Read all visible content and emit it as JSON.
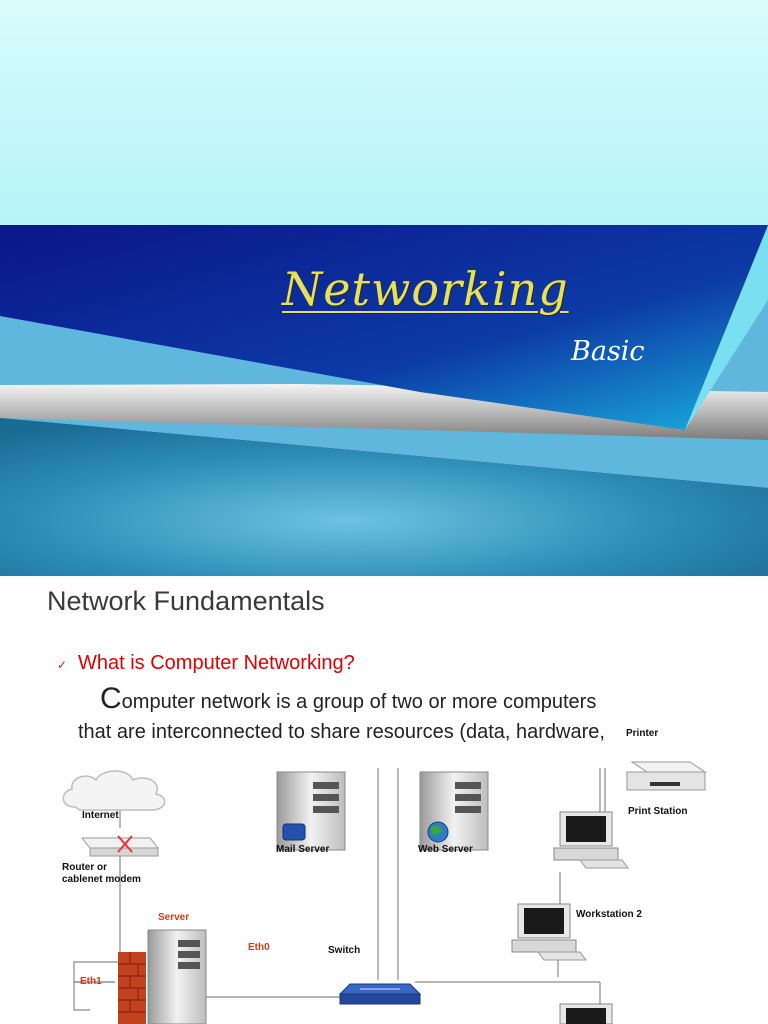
{
  "slide1": {
    "title": "Networking",
    "subtitle": "Basic",
    "colors": {
      "sky_top": "#d6fbfb",
      "sky_bottom": "#86e8f3",
      "navy": "#0a1a8a",
      "teal": "#3aa3c9",
      "title": "#e6e05a"
    }
  },
  "slide2": {
    "title": "Network Fundamentals",
    "bullet_icon": "checkmark-icon",
    "question": "What is Computer Networking?",
    "para_first_letter": "C",
    "para_line1": "omputer network is a group of two or more computers",
    "para_line2": "that are interconnected to share resources (data, hardware,",
    "diagram": {
      "internet": "Internet",
      "router_line1": "Router   or",
      "router_line2": "cablenet modem",
      "server": "Server",
      "eth0": "Eth0",
      "eth1": "Eth1",
      "switch": "Switch",
      "mail_server": "Mail Server",
      "web_server": "Web Server",
      "printer": "Printer",
      "print_station": "Print Station",
      "workstation2": "Workstation 2"
    }
  }
}
